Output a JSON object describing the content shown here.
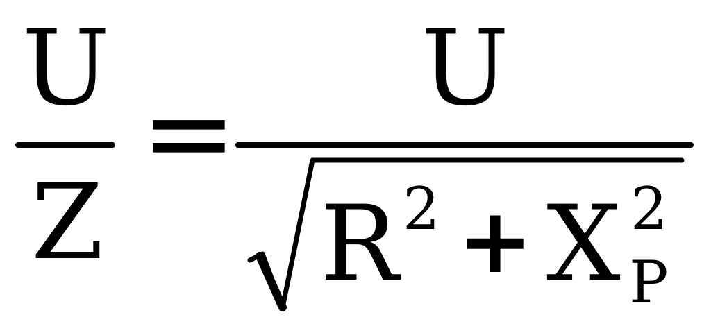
{
  "formula": {
    "left": {
      "numerator": "U",
      "denominator": "Z"
    },
    "equals": "=",
    "right": {
      "numerator": "U",
      "radicand": {
        "term1": "R",
        "term1_power": "2",
        "operator": "+",
        "term2": "X",
        "term2_power": "2",
        "term2_subscript": "P"
      }
    }
  }
}
